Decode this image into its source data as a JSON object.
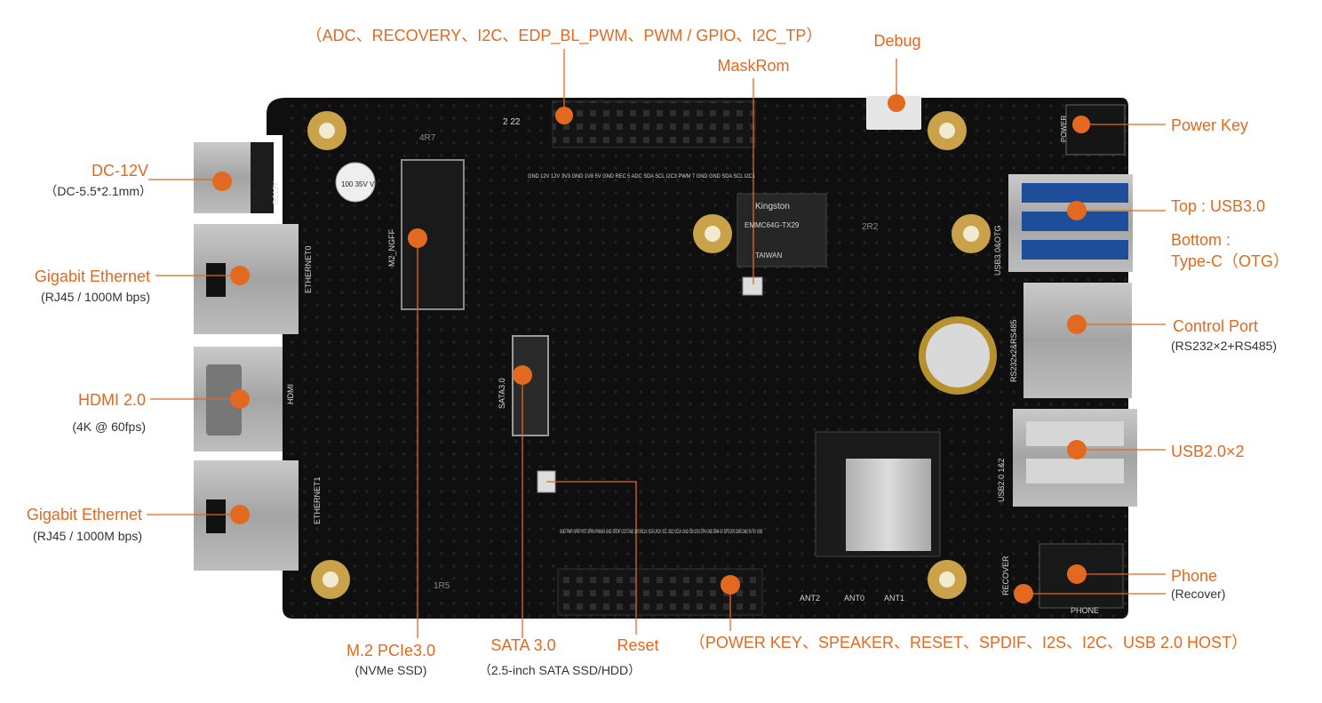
{
  "accent_color": "#e2691f",
  "labels": {
    "top_header": "（ADC、RECOVERY、I2C、EDP_BL_PWM、PWM / GPIO、I2C_TP）",
    "debug": "Debug",
    "maskrom": "MaskRom",
    "power_key": "Power Key",
    "dc_12v": "DC-12V",
    "dc_12v_sub": "（DC-5.5*2.1mm）",
    "gigabit_ethernet_1": "Gigabit Ethernet",
    "gigabit_ethernet_1_sub": "(RJ45 / 1000M bps)",
    "hdmi": "HDMI 2.0",
    "hdmi_sub": "(4K @ 60fps)",
    "gigabit_ethernet_2": "Gigabit Ethernet",
    "gigabit_ethernet_2_sub": "(RJ45 / 1000M bps)",
    "top_usb": "Top : USB3.0",
    "bottom": "Bottom :",
    "type_c": "Type-C（OTG）",
    "control_port": "Control Port",
    "control_port_sub": "(RS232×2+RS485)",
    "usb2": "USB2.0×2",
    "phone": "Phone",
    "phone_sub": "(Recover)",
    "m2": "M.2 PCIe3.0",
    "m2_sub": "(NVMe SSD)",
    "sata": "SATA 3.0",
    "sata_sub": "（2.5-inch SATA SSD/HDD）",
    "reset": "Reset",
    "bottom_header": "（POWER KEY、SPEAKER、RESET、SPDIF、I2S、I2C、USB 2.0 HOST）"
  },
  "silkscreen": {
    "dc12v": "DC12V",
    "ethernet0": "ETHERNET0",
    "ethernet1": "ETHERNET1",
    "hdmi": "HDMI",
    "m2_ngff": "M2_NGFF",
    "sata": "SATA3.0",
    "usb3_otg": "USB3.0&OTG",
    "rs232": "RS232x2&RS485",
    "usb2": "USB2.0 1&2",
    "recover": "RECOVER",
    "phone": "PHONE",
    "power": "POWER",
    "ant0": "ANT0",
    "ant1": "ANT1",
    "ant2": "ANT2",
    "emmc_brand": "Kingston",
    "cap": "100 35V VT",
    "ind1": "4R7",
    "ind2": "2R2",
    "ind3": "1R5",
    "board_ver": "2 22",
    "emmc_text": "EMMC64G-TX29",
    "emmc_country": "TAIWAN",
    "pins_top": "GND 12V 12V 3V3 GND 1V8 5V GND REC 5 ADC SDA SCL I2C3 PWM 7 GND GND SDA SCL I2C1",
    "pins_bottom": "GND PWR SPKP RST SPKN PWM14 GND SPDIF I2C5 GND 3V3 MCLK SDA LRCK SCL SDO SCLK GND SDI I2S3 DP4 GND DM4 5V DP3 DP2 DM3 DM2 5V 5V USB"
  }
}
